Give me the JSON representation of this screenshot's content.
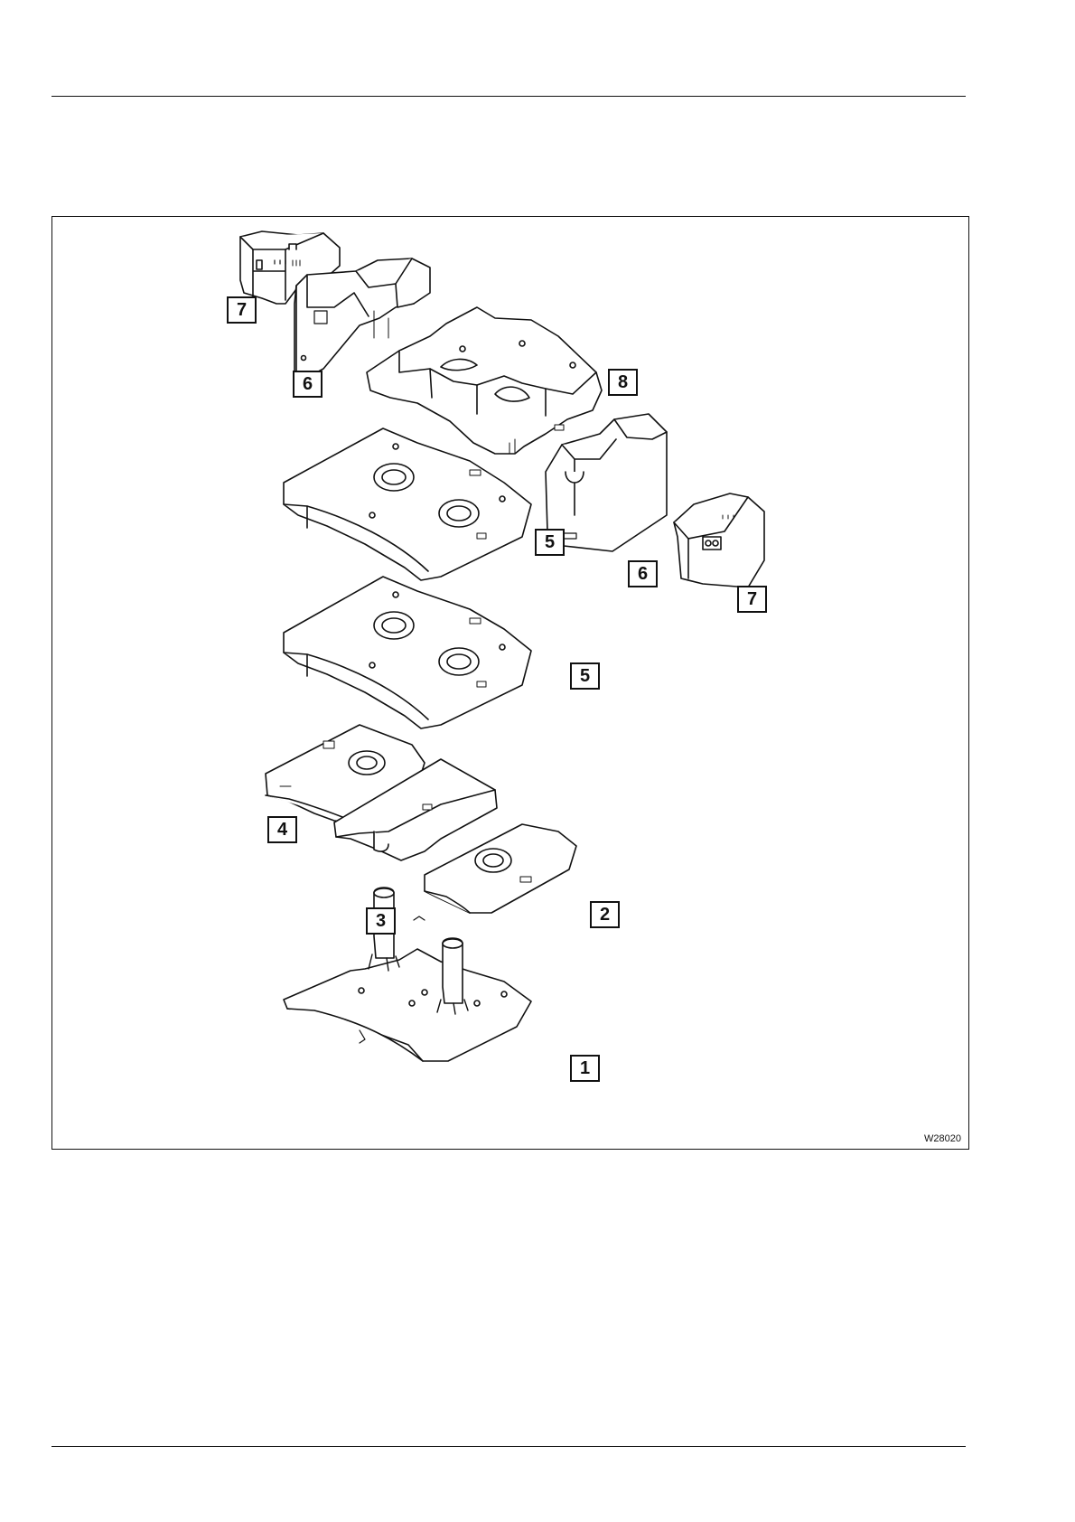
{
  "figure": {
    "id": "W28020",
    "callouts": {
      "c1": "1",
      "c2": "2",
      "c3": "3",
      "c4": "4",
      "c5a": "5",
      "c5b": "5",
      "c6a": "6",
      "c6b": "6",
      "c7a": "7",
      "c7b": "7",
      "c8": "8"
    }
  }
}
